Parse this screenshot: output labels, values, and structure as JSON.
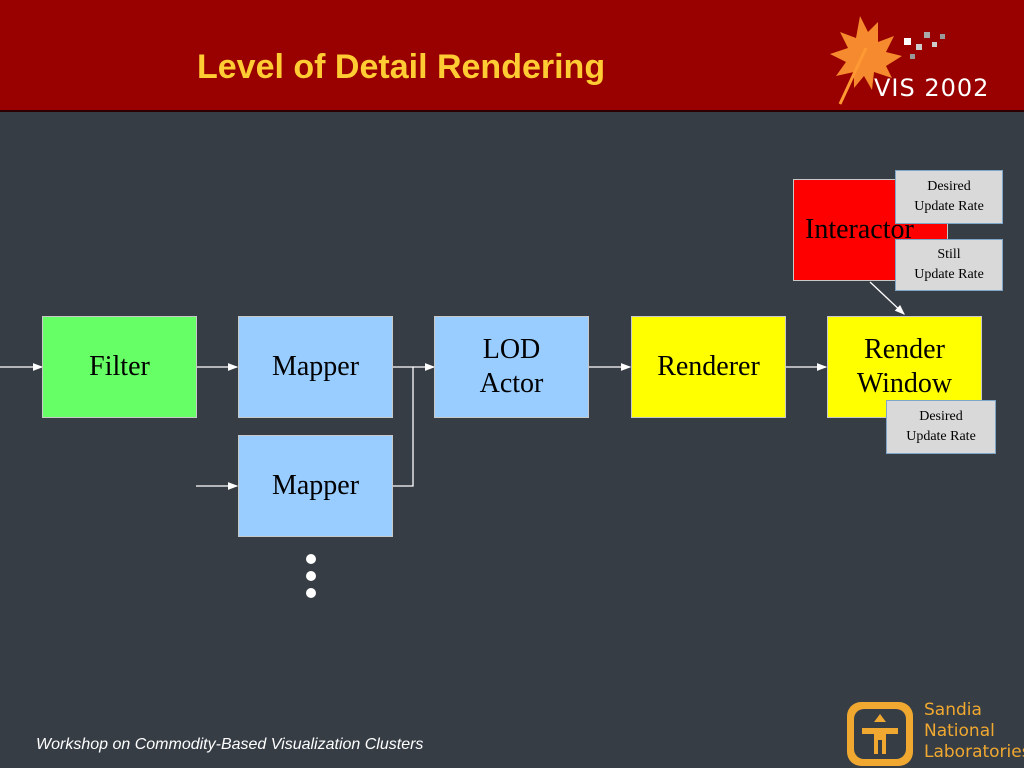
{
  "title": "Level of Detail Rendering",
  "footer": "Workshop on Commodity-Based Visualization Clusters",
  "logos": {
    "vis": "VIS 2002",
    "sandia": [
      "Sandia",
      "National",
      "Laboratories"
    ]
  },
  "nodes": {
    "filter": "Filter",
    "mapper1": "Mapper",
    "mapper2": "Mapper",
    "lod_actor": [
      "LOD",
      "Actor"
    ],
    "renderer": "Renderer",
    "render_window": [
      "Render",
      "Window"
    ],
    "interactor": "Interactor"
  },
  "notes": {
    "desired_interactor": [
      "Desired",
      "Update Rate"
    ],
    "still_interactor": [
      "Still",
      "Update Rate"
    ],
    "desired_window": [
      "Desired",
      "Update Rate"
    ]
  },
  "colors": {
    "header": "#990000",
    "title": "#ffcc33",
    "background": "#363d45",
    "filter": "#66ff66",
    "mapper": "#99ccff",
    "renderer": "#ffff00",
    "interactor": "#ff0000",
    "note": "#d9d9d9"
  }
}
